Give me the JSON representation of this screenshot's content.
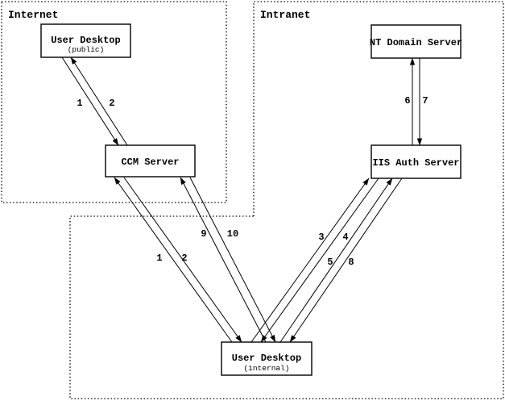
{
  "diagram": {
    "regions": {
      "internet": {
        "label": "Internet"
      },
      "intranet": {
        "label": "Intranet"
      }
    },
    "nodes": {
      "user_desktop_public": {
        "title": "User Desktop",
        "subtitle": "(public)"
      },
      "ccm_server": {
        "title": "CCM Server"
      },
      "nt_domain_server": {
        "title": "NT Domain Server"
      },
      "iis_auth_server": {
        "title": "IIS Auth Server"
      },
      "user_desktop_internal": {
        "title": "User Desktop",
        "subtitle": "(internal)"
      }
    },
    "edges": [
      {
        "label": "1",
        "from": "user_desktop_public",
        "to": "ccm_server"
      },
      {
        "label": "2",
        "from": "ccm_server",
        "to": "user_desktop_public"
      },
      {
        "label": "1",
        "from": "user_desktop_internal",
        "to": "ccm_server"
      },
      {
        "label": "2",
        "from": "ccm_server",
        "to": "user_desktop_internal"
      },
      {
        "label": "9",
        "from": "user_desktop_internal",
        "to": "ccm_server"
      },
      {
        "label": "10",
        "from": "ccm_server",
        "to": "user_desktop_internal"
      },
      {
        "label": "3",
        "from": "user_desktop_internal",
        "to": "iis_auth_server"
      },
      {
        "label": "4",
        "from": "iis_auth_server",
        "to": "user_desktop_internal"
      },
      {
        "label": "5",
        "from": "user_desktop_internal",
        "to": "iis_auth_server"
      },
      {
        "label": "8",
        "from": "iis_auth_server",
        "to": "user_desktop_internal"
      },
      {
        "label": "6",
        "from": "iis_auth_server",
        "to": "nt_domain_server"
      },
      {
        "label": "7",
        "from": "nt_domain_server",
        "to": "iis_auth_server"
      }
    ],
    "colors": {
      "ink": "#000000",
      "background": "#ffffff"
    }
  }
}
